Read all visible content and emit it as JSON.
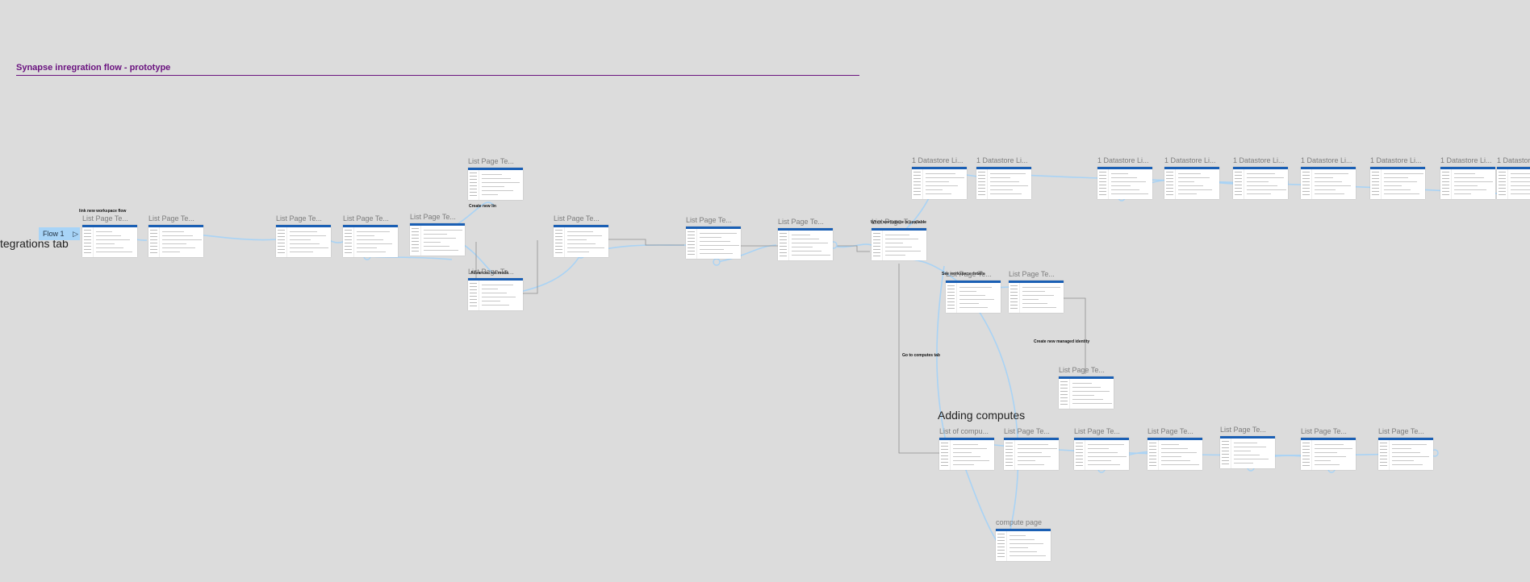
{
  "canvas_title": "Synapse inregration flow - prototype",
  "section_labels": {
    "integrations_tab": "tegrations tab",
    "adding_computes": "Adding computes"
  },
  "flow_badge": {
    "label": "Flow 1",
    "icon": "play-icon"
  },
  "notes": [
    "link new workspace flow",
    "Create new lin",
    "Advanced set mode",
    "When workspace is available",
    "See workspace details",
    "Create new managed identity",
    "Go to computes tab"
  ],
  "frames": [
    {
      "label": "List Page Te..."
    },
    {
      "label": "List Page Te..."
    },
    {
      "label": "List Page Te..."
    },
    {
      "label": "List Page Te..."
    },
    {
      "label": "List Page Te..."
    },
    {
      "label": "List Page Te..."
    },
    {
      "label": "List Page Te..."
    },
    {
      "label": "List Page Te..."
    },
    {
      "label": "List Page Te..."
    },
    {
      "label": "List Page Te..."
    },
    {
      "label": "List Page Te..."
    },
    {
      "label": "1 Datastore Li..."
    },
    {
      "label": "1 Datastore Li..."
    },
    {
      "label": "1 Datastore Li..."
    },
    {
      "label": "1 Datastore Li..."
    },
    {
      "label": "1 Datastore Li..."
    },
    {
      "label": "1 Datastore Li..."
    },
    {
      "label": "1 Datastore Li..."
    },
    {
      "label": "1 Datastore Li..."
    },
    {
      "label": "1 Datastore Li..."
    },
    {
      "label": "List Page Te..."
    },
    {
      "label": "List Page Te..."
    },
    {
      "label": "List Page Te..."
    },
    {
      "label": "List of compu..."
    },
    {
      "label": "List Page Te..."
    },
    {
      "label": "List Page Te..."
    },
    {
      "label": "List Page Te..."
    },
    {
      "label": "List Page Te..."
    },
    {
      "label": "List Page Te..."
    },
    {
      "label": "List Page Te..."
    },
    {
      "label": "compute page"
    }
  ],
  "colors": {
    "canvas_bg": "#dcdcdc",
    "title": "#6b1480",
    "wire": "#a9d3f5",
    "header_bar": "#1a5fb4",
    "badge_bg": "#a8d4f7"
  }
}
